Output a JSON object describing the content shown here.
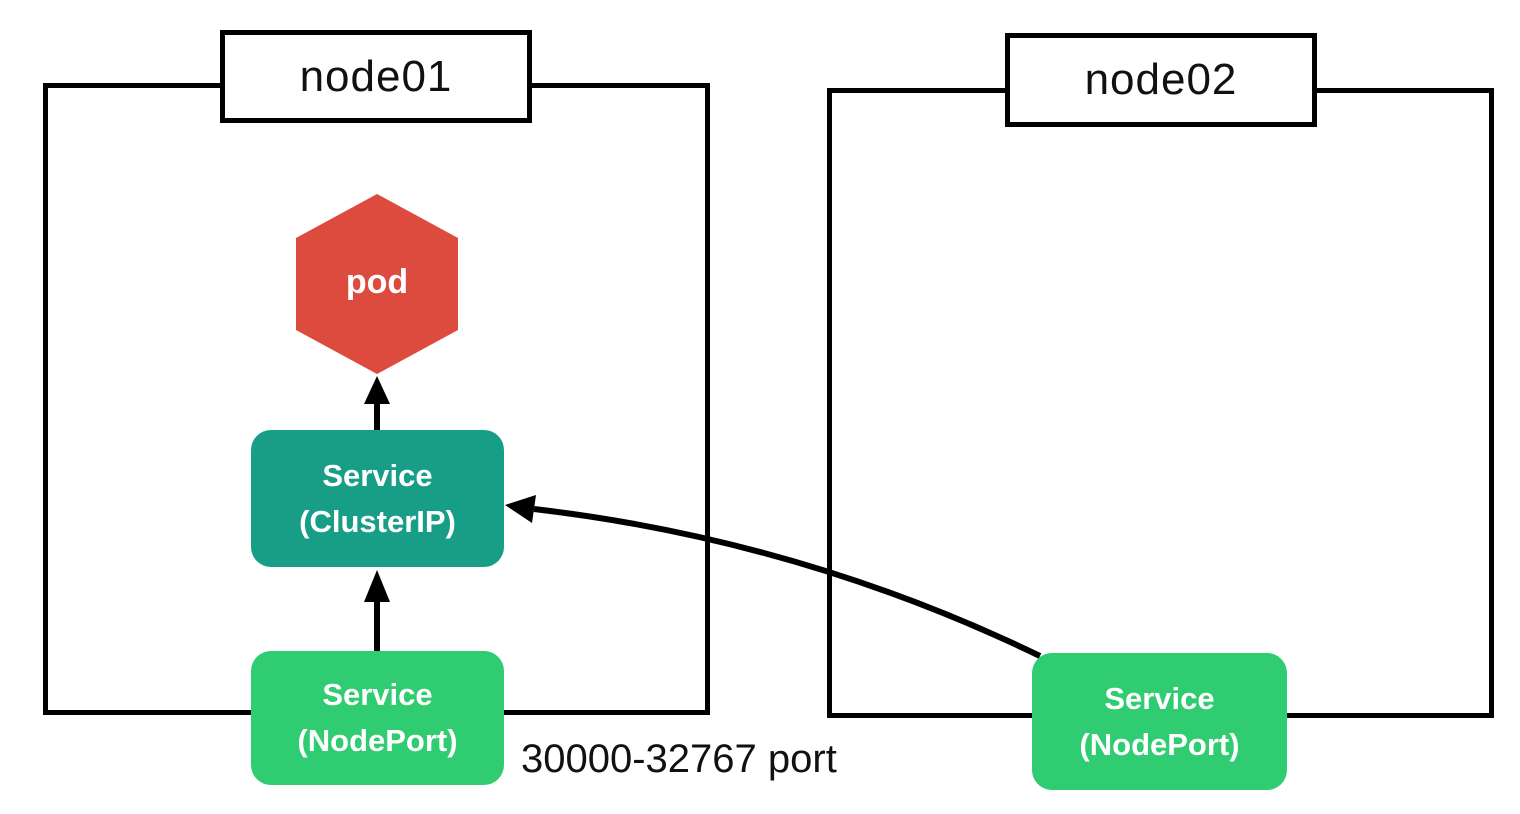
{
  "node01": {
    "label": "node01"
  },
  "node02": {
    "label": "node02"
  },
  "pod": {
    "label": "pod"
  },
  "service_clusterip": {
    "line1": "Service",
    "line2": "(ClusterIP)"
  },
  "service_nodeport_node01": {
    "line1": "Service",
    "line2": "(NodePort)"
  },
  "service_nodeport_node02": {
    "line1": "Service",
    "line2": "(NodePort)"
  },
  "annotations": {
    "port_range": "30000-32767 port"
  },
  "icons": {
    "pod_shape": "hexagon-icon",
    "connector_style": "arrow"
  },
  "colors": {
    "pod_red": "#DC4B3D",
    "clusterip_teal": "#189E86",
    "nodeport_green": "#2FCC71",
    "line_black": "#000000",
    "background_white": "#FFFFFF"
  }
}
